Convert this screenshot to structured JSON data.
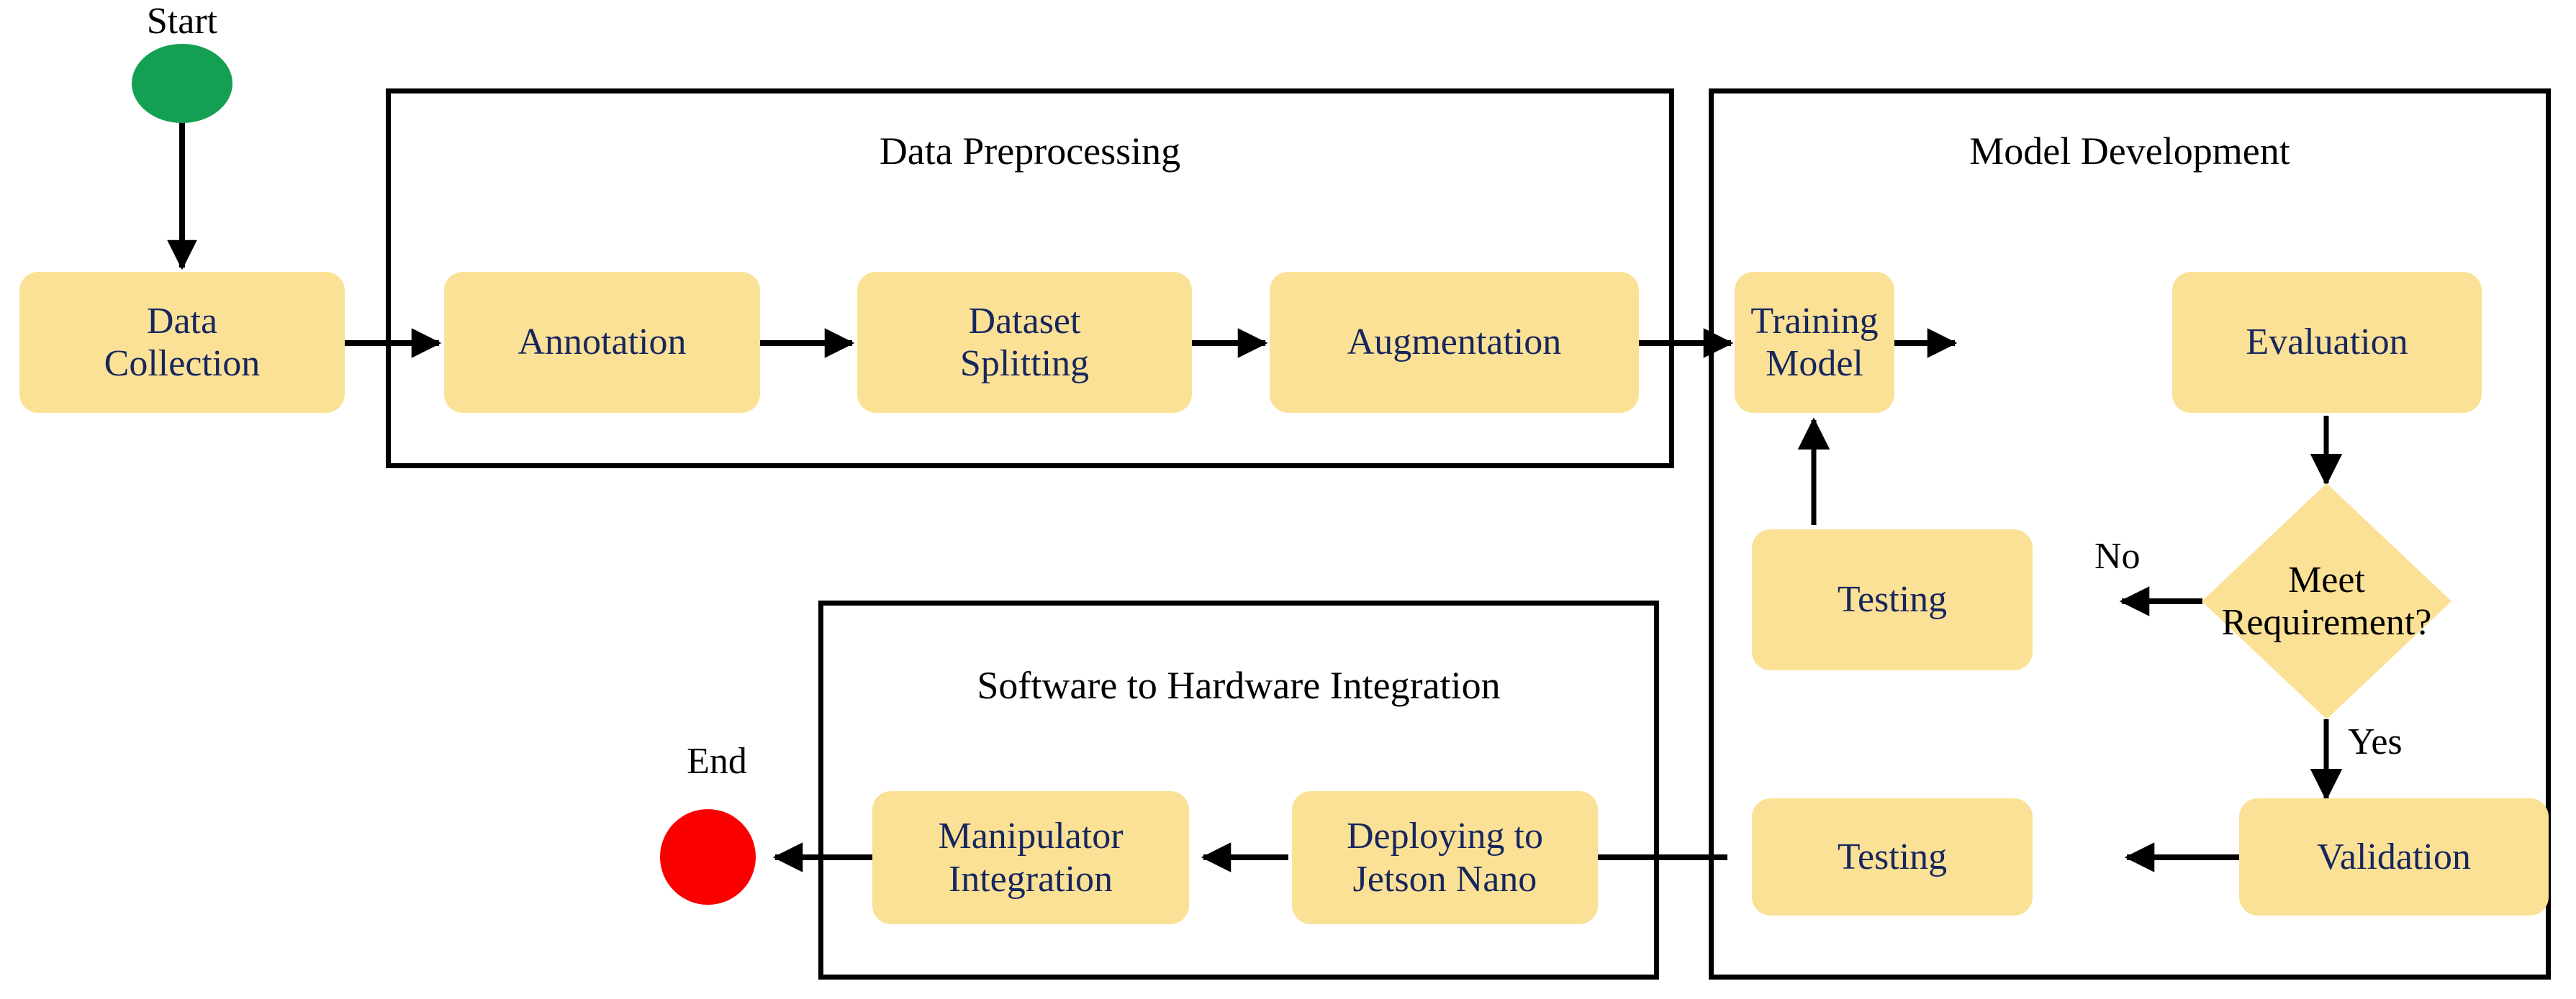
{
  "diagram": {
    "type": "flowchart",
    "title_visible": false,
    "colors": {
      "node_fill": "#FBE195",
      "node_text": "#17265E",
      "panel_border": "#000000",
      "edge": "#000000",
      "start_terminator": "#14A052",
      "end_terminator": "#FB0000",
      "label_text": "#000000",
      "background": "#FFFFFF"
    },
    "terminators": [
      {
        "id": "start",
        "label": "Start",
        "color": "#14A052"
      },
      {
        "id": "end",
        "label": "End",
        "color": "#FB0000"
      }
    ],
    "panels": [
      {
        "id": "data-preprocessing",
        "title": "Data Preprocessing"
      },
      {
        "id": "model-development",
        "title": "Model Development"
      },
      {
        "id": "software-to-hardware-integration",
        "title": "Software to Hardware Integration"
      }
    ],
    "nodes": [
      {
        "id": "data-collection",
        "label": "Data\nCollection",
        "shape": "process",
        "panel": null
      },
      {
        "id": "annotation",
        "label": "Annotation",
        "shape": "process",
        "panel": "data-preprocessing"
      },
      {
        "id": "dataset-splitting",
        "label": "Dataset\nSplitting",
        "shape": "process",
        "panel": "data-preprocessing"
      },
      {
        "id": "augmentation",
        "label": "Augmentation",
        "shape": "process",
        "panel": "data-preprocessing"
      },
      {
        "id": "training-model",
        "label": "Training\nModel",
        "shape": "process",
        "panel": "model-development"
      },
      {
        "id": "evaluation",
        "label": "Evaluation",
        "shape": "process",
        "panel": "model-development"
      },
      {
        "id": "meet-requirement",
        "label": "Meet\nRequirement?",
        "shape": "decision",
        "panel": "model-development"
      },
      {
        "id": "testing-loop",
        "label": "Testing",
        "shape": "process",
        "panel": "model-development"
      },
      {
        "id": "validation",
        "label": "Validation",
        "shape": "process",
        "panel": "model-development"
      },
      {
        "id": "testing-final",
        "label": "Testing",
        "shape": "process",
        "panel": "model-development"
      },
      {
        "id": "deploying-to-jetson-nano",
        "label": "Deploying to\nJetson Nano",
        "shape": "process",
        "panel": "software-to-hardware-integration"
      },
      {
        "id": "manipulator-integration",
        "label": "Manipulator\nIntegration",
        "shape": "process",
        "panel": "software-to-hardware-integration"
      }
    ],
    "edges": [
      {
        "from": "start",
        "to": "data-collection",
        "label": ""
      },
      {
        "from": "data-collection",
        "to": "annotation",
        "label": ""
      },
      {
        "from": "annotation",
        "to": "dataset-splitting",
        "label": ""
      },
      {
        "from": "dataset-splitting",
        "to": "augmentation",
        "label": ""
      },
      {
        "from": "augmentation",
        "to": "training-model",
        "label": ""
      },
      {
        "from": "training-model",
        "to": "evaluation",
        "label": ""
      },
      {
        "from": "evaluation",
        "to": "meet-requirement",
        "label": ""
      },
      {
        "from": "meet-requirement",
        "to": "testing-loop",
        "label": "No"
      },
      {
        "from": "testing-loop",
        "to": "training-model",
        "label": ""
      },
      {
        "from": "meet-requirement",
        "to": "validation",
        "label": "Yes"
      },
      {
        "from": "validation",
        "to": "testing-final",
        "label": ""
      },
      {
        "from": "testing-final",
        "to": "deploying-to-jetson-nano",
        "label": ""
      },
      {
        "from": "deploying-to-jetson-nano",
        "to": "manipulator-integration",
        "label": ""
      },
      {
        "from": "manipulator-integration",
        "to": "end",
        "label": ""
      }
    ],
    "edge_labels": [
      {
        "id": "no-label",
        "text": "No"
      },
      {
        "id": "yes-label",
        "text": "Yes"
      }
    ]
  }
}
